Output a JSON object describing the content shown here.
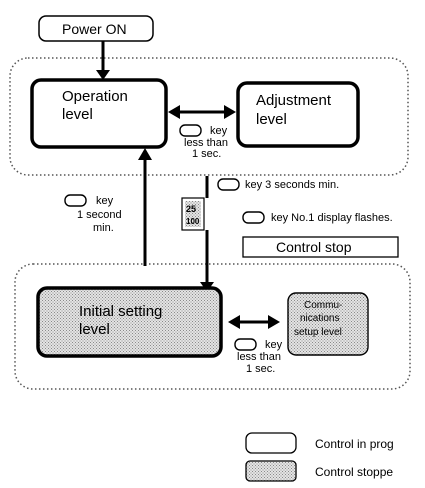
{
  "nodes": {
    "power_on": "Power ON",
    "operation_level": [
      "Operation",
      "level"
    ],
    "adjustment_level": [
      "Adjustment",
      "level"
    ],
    "initial_setting_level": [
      "Initial setting",
      "level"
    ],
    "communications_setup_level": [
      "Commu-",
      "nications",
      "setup level"
    ],
    "control_stop": "Control stop"
  },
  "labels": {
    "op_adj_key": [
      "key",
      "less than",
      "1 sec."
    ],
    "key_3sec": "key 3 seconds min.",
    "key_display_flash": "key No.1 display flashes.",
    "key_1sec": [
      "key",
      "1 second",
      "min."
    ],
    "init_comm_key": [
      "key",
      "less than",
      "1 sec."
    ],
    "display_digits": [
      "25",
      "100"
    ]
  },
  "legend": {
    "in_progress": "Control in prog",
    "stopped": "Control stoppe"
  },
  "colors": {
    "stroke": "#000000",
    "stipple_bg": "#e4e4e4",
    "stipple_dot": "#8a8a8a",
    "dotted_border": "#555555"
  },
  "icons": [
    "key-icon",
    "display-icon",
    "double-arrow",
    "arrow-up",
    "arrow-down"
  ]
}
